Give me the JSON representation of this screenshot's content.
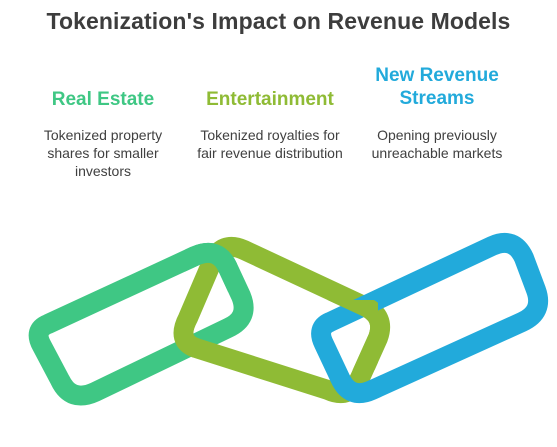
{
  "title": "Tokenization's Impact on Revenue Models",
  "colors": {
    "green": "#3fc784",
    "lime": "#8fbb35",
    "blue": "#22aadb",
    "title": "#3d3d3d",
    "text": "#404040"
  },
  "items": [
    {
      "heading": "Real Estate",
      "description": "Tokenized property shares for smaller investors",
      "color": "#3fc784"
    },
    {
      "heading": "Entertainment",
      "description": "Tokenized royalties for fair revenue distribution",
      "color": "#8fbb35"
    },
    {
      "heading": "New Revenue Streams",
      "description": "Opening previously unreachable markets",
      "color": "#22aadb"
    }
  ]
}
